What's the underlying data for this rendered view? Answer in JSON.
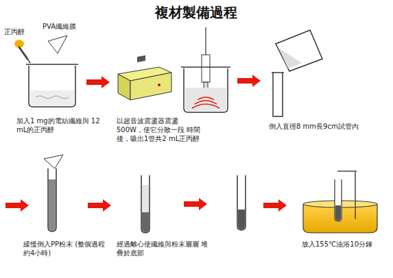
{
  "diagram": {
    "title": "複材製備過程",
    "labels": [
      "正丙醇",
      "PVA纖維膜",
      "加入1 mg的電紡纖維與 12 mL的正丙醇",
      "以超音波震盪器震盪 500W，使它分散一段 時間後，吸出1管共2 mL正丙醇",
      "倒入直徑8 mm長9cm試管內",
      "緩慢倒入PP粉末 (整個過程約4小時)",
      "經過離心使纖維與粉末層層 堆疊於底部",
      "放入155℃油浴10分鐘"
    ]
  }
}
